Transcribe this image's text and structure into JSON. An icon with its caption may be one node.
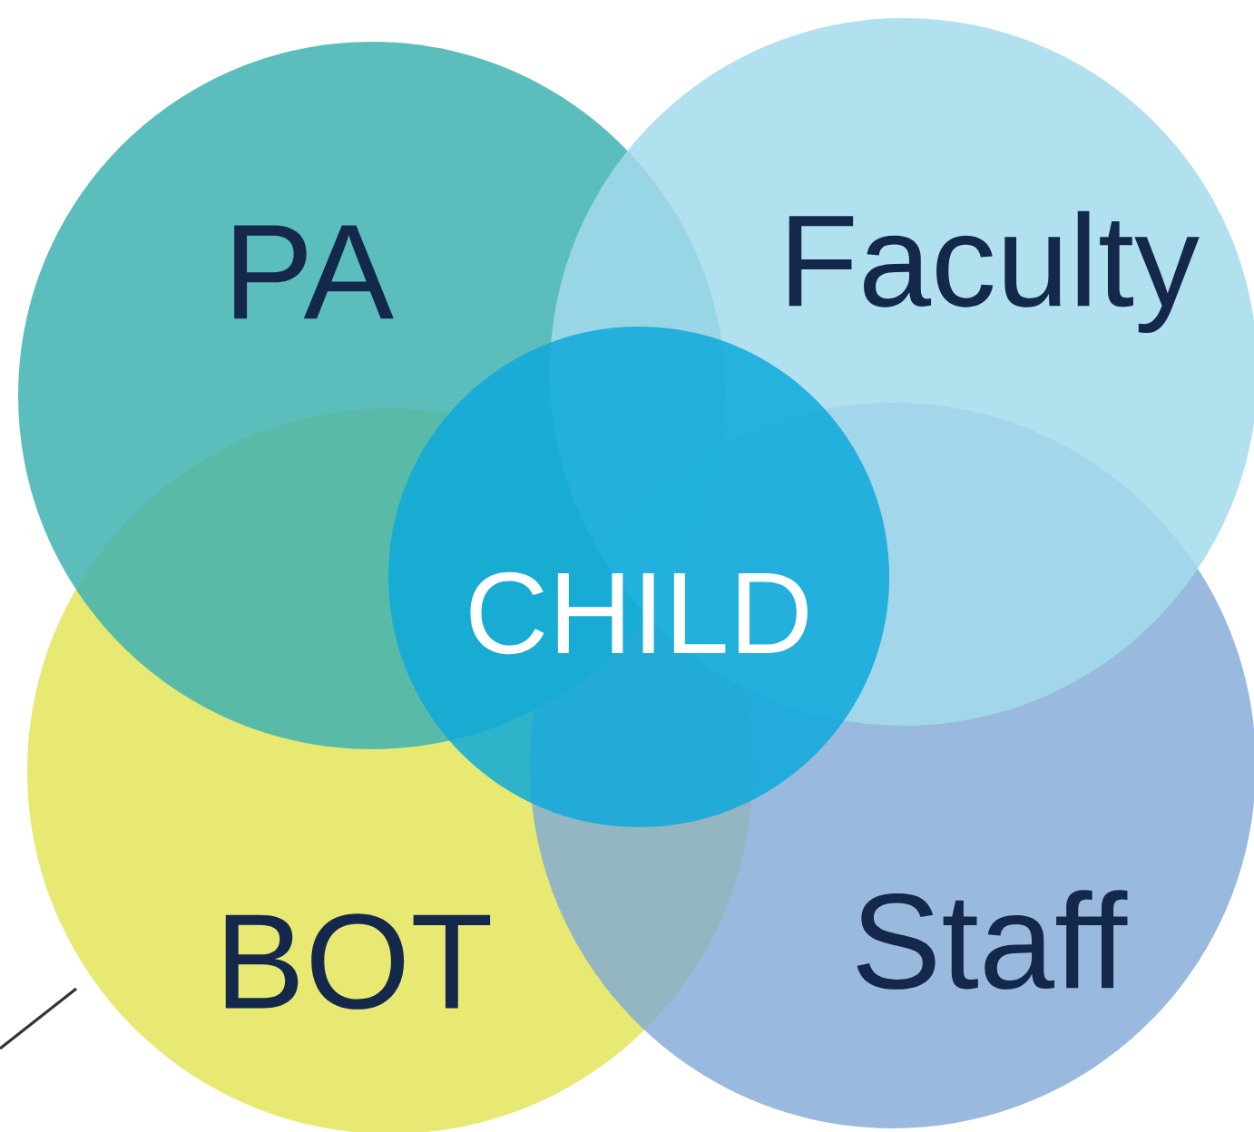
{
  "diagram": {
    "nodes": [
      {
        "text": [
          "PA"
        ]
      },
      {
        "text": [
          "Faculty"
        ]
      },
      {
        "text": [
          "BOT"
        ]
      },
      {
        "text": [
          "Staff"
        ]
      },
      {
        "text": [
          "CHILD"
        ]
      }
    ]
  }
}
